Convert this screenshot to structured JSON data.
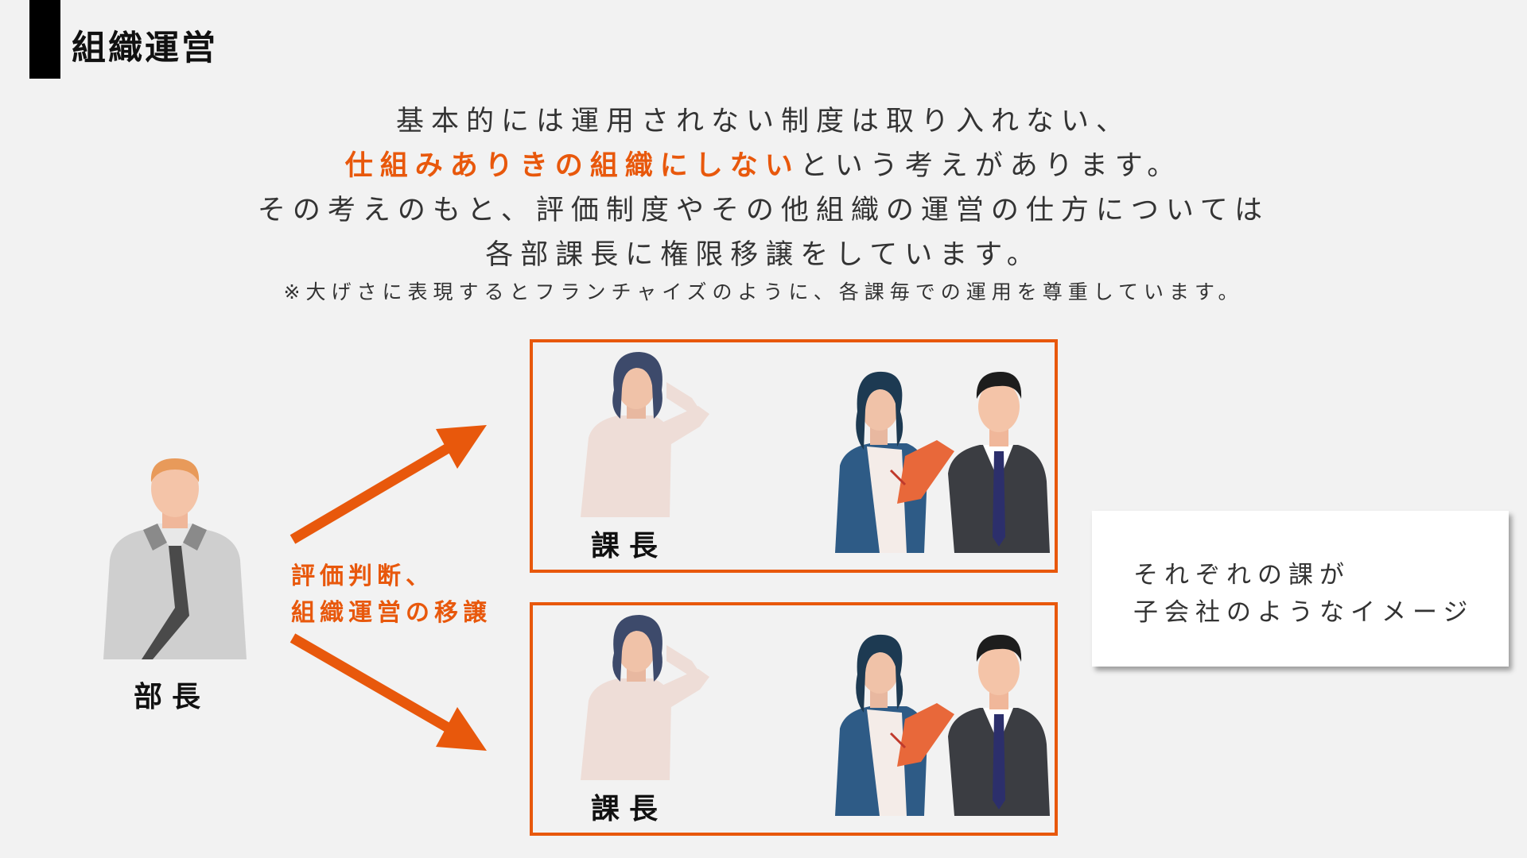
{
  "header": {
    "title": "組織運営"
  },
  "intro": {
    "line1": "基本的には運用されない制度は取り入れない、",
    "line2_highlight": "仕組みありきの組織にしない",
    "line2_rest": "という考えがあります。",
    "line3": "その考えのもと、評価制度やその他組織の運営の仕方については",
    "line4": "各部課長に権限移譲をしています。",
    "note": "※大げさに表現するとフランチャイズのように、各課毎での運用を尊重しています。"
  },
  "diagram": {
    "bucho_label": "部長",
    "arrow_text_line1": "評価判断、",
    "arrow_text_line2": "組織運営の移譲",
    "panels": [
      {
        "label": "課長"
      },
      {
        "label": "課長"
      }
    ],
    "callout_line1": "それぞれの課が",
    "callout_line2": "子会社のようなイメージ"
  },
  "colors": {
    "accent": "#e8580c",
    "background": "#f2f2f2",
    "text": "#333333"
  }
}
